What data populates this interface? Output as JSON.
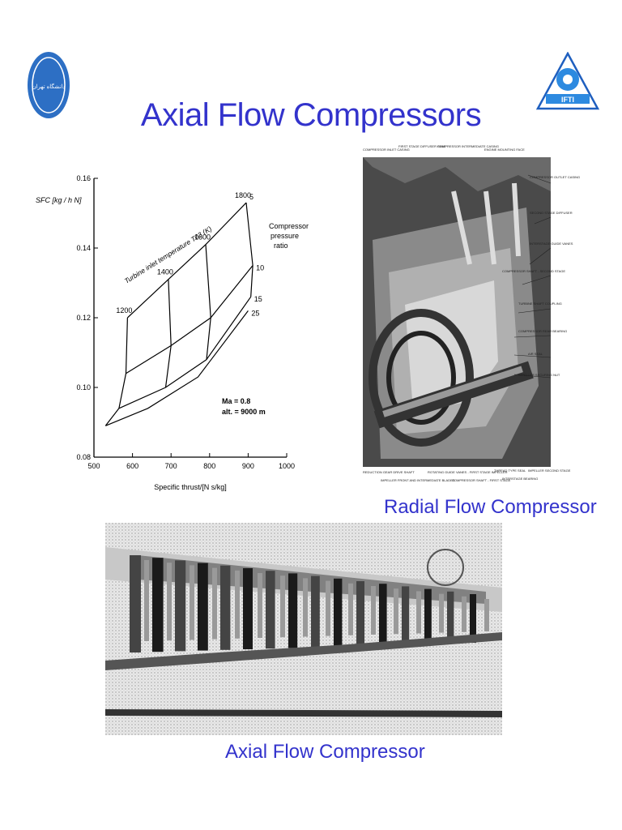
{
  "slide": {
    "title": "Axial Flow Compressors",
    "radial_caption": "Radial Flow Compressor",
    "axial_caption": "Axial Flow Compressor",
    "logo_left_text": "دانشگاه تهران",
    "logo_right_text": "IFTI"
  },
  "chart_data": {
    "type": "line",
    "title": "",
    "xlabel": "Specific thrust/[N s/kg]",
    "ylabel": "SFC [kg / h N]",
    "xlim": [
      500,
      1000
    ],
    "ylim": [
      0.08,
      0.16
    ],
    "x_ticks": [
      500,
      600,
      700,
      800,
      900,
      1000
    ],
    "y_ticks": [
      0.08,
      0.1,
      0.12,
      0.14,
      0.16
    ],
    "temperature_label": "Turbine inlet temperature T03 (K)",
    "pressure_label": "Compressor pressure ratio",
    "flight_condition": [
      "Ma = 0.8",
      "alt. = 9000 m"
    ],
    "temperature_lines": [
      {
        "label": "1200",
        "points": [
          [
            587,
            0.12
          ],
          [
            583,
            0.104
          ],
          [
            565,
            0.094
          ],
          [
            530,
            0.089
          ]
        ]
      },
      {
        "label": "1400",
        "points": [
          [
            693,
            0.131
          ],
          [
            700,
            0.112
          ],
          [
            686,
            0.1
          ]
        ]
      },
      {
        "label": "1600",
        "points": [
          [
            790,
            0.141
          ],
          [
            803,
            0.12
          ],
          [
            792,
            0.108
          ]
        ]
      },
      {
        "label": "1800",
        "points": [
          [
            895,
            0.153
          ],
          [
            912,
            0.135
          ],
          [
            907,
            0.126
          ]
        ]
      }
    ],
    "pressure_lines": [
      {
        "label": "5",
        "points": [
          [
            587,
            0.12
          ],
          [
            693,
            0.131
          ],
          [
            790,
            0.141
          ],
          [
            895,
            0.153
          ]
        ]
      },
      {
        "label": "10",
        "points": [
          [
            583,
            0.104
          ],
          [
            700,
            0.112
          ],
          [
            803,
            0.12
          ],
          [
            912,
            0.135
          ]
        ]
      },
      {
        "label": "15",
        "points": [
          [
            565,
            0.094
          ],
          [
            686,
            0.1
          ],
          [
            792,
            0.108
          ],
          [
            907,
            0.126
          ]
        ]
      },
      {
        "label": "25",
        "points": [
          [
            530,
            0.089
          ],
          [
            640,
            0.094
          ],
          [
            770,
            0.103
          ],
          [
            900,
            0.122
          ]
        ]
      }
    ]
  },
  "radial_labels": {
    "top": [
      "COMPRESSOR INLET CASING",
      "FIRST STAGE DIFFUSER RING",
      "COMPRESSOR INTERMEDIATE CASING",
      "ENGINE MOUNTING FACE"
    ],
    "right": [
      "COMPRESSOR OUTLET CASING",
      "SECOND STAGE DIFFUSER",
      "INTERSTAGE GUIDE VANES",
      "COMPRESSOR SHAFT - SECOND STAGE",
      "TURBINE SHAFT COUPLING",
      "COMPRESSOR REAR BEARING",
      "AIR SEAL",
      "IMPELLER SECURING NUT"
    ],
    "bottom": [
      "REDUCTION GEAR DRIVE SHAFT",
      "IMPELLER FRONT AND INTERMEDIATE BLADES",
      "ROTATING GUIDE VANES - FIRST STAGE IMPELLER",
      "COMPRESSOR SHAFT - FIRST STAGE",
      "THREAD TYPE SEAL",
      "INTERSTAGE BEARING",
      "IMPELLER SECOND STAGE"
    ]
  }
}
